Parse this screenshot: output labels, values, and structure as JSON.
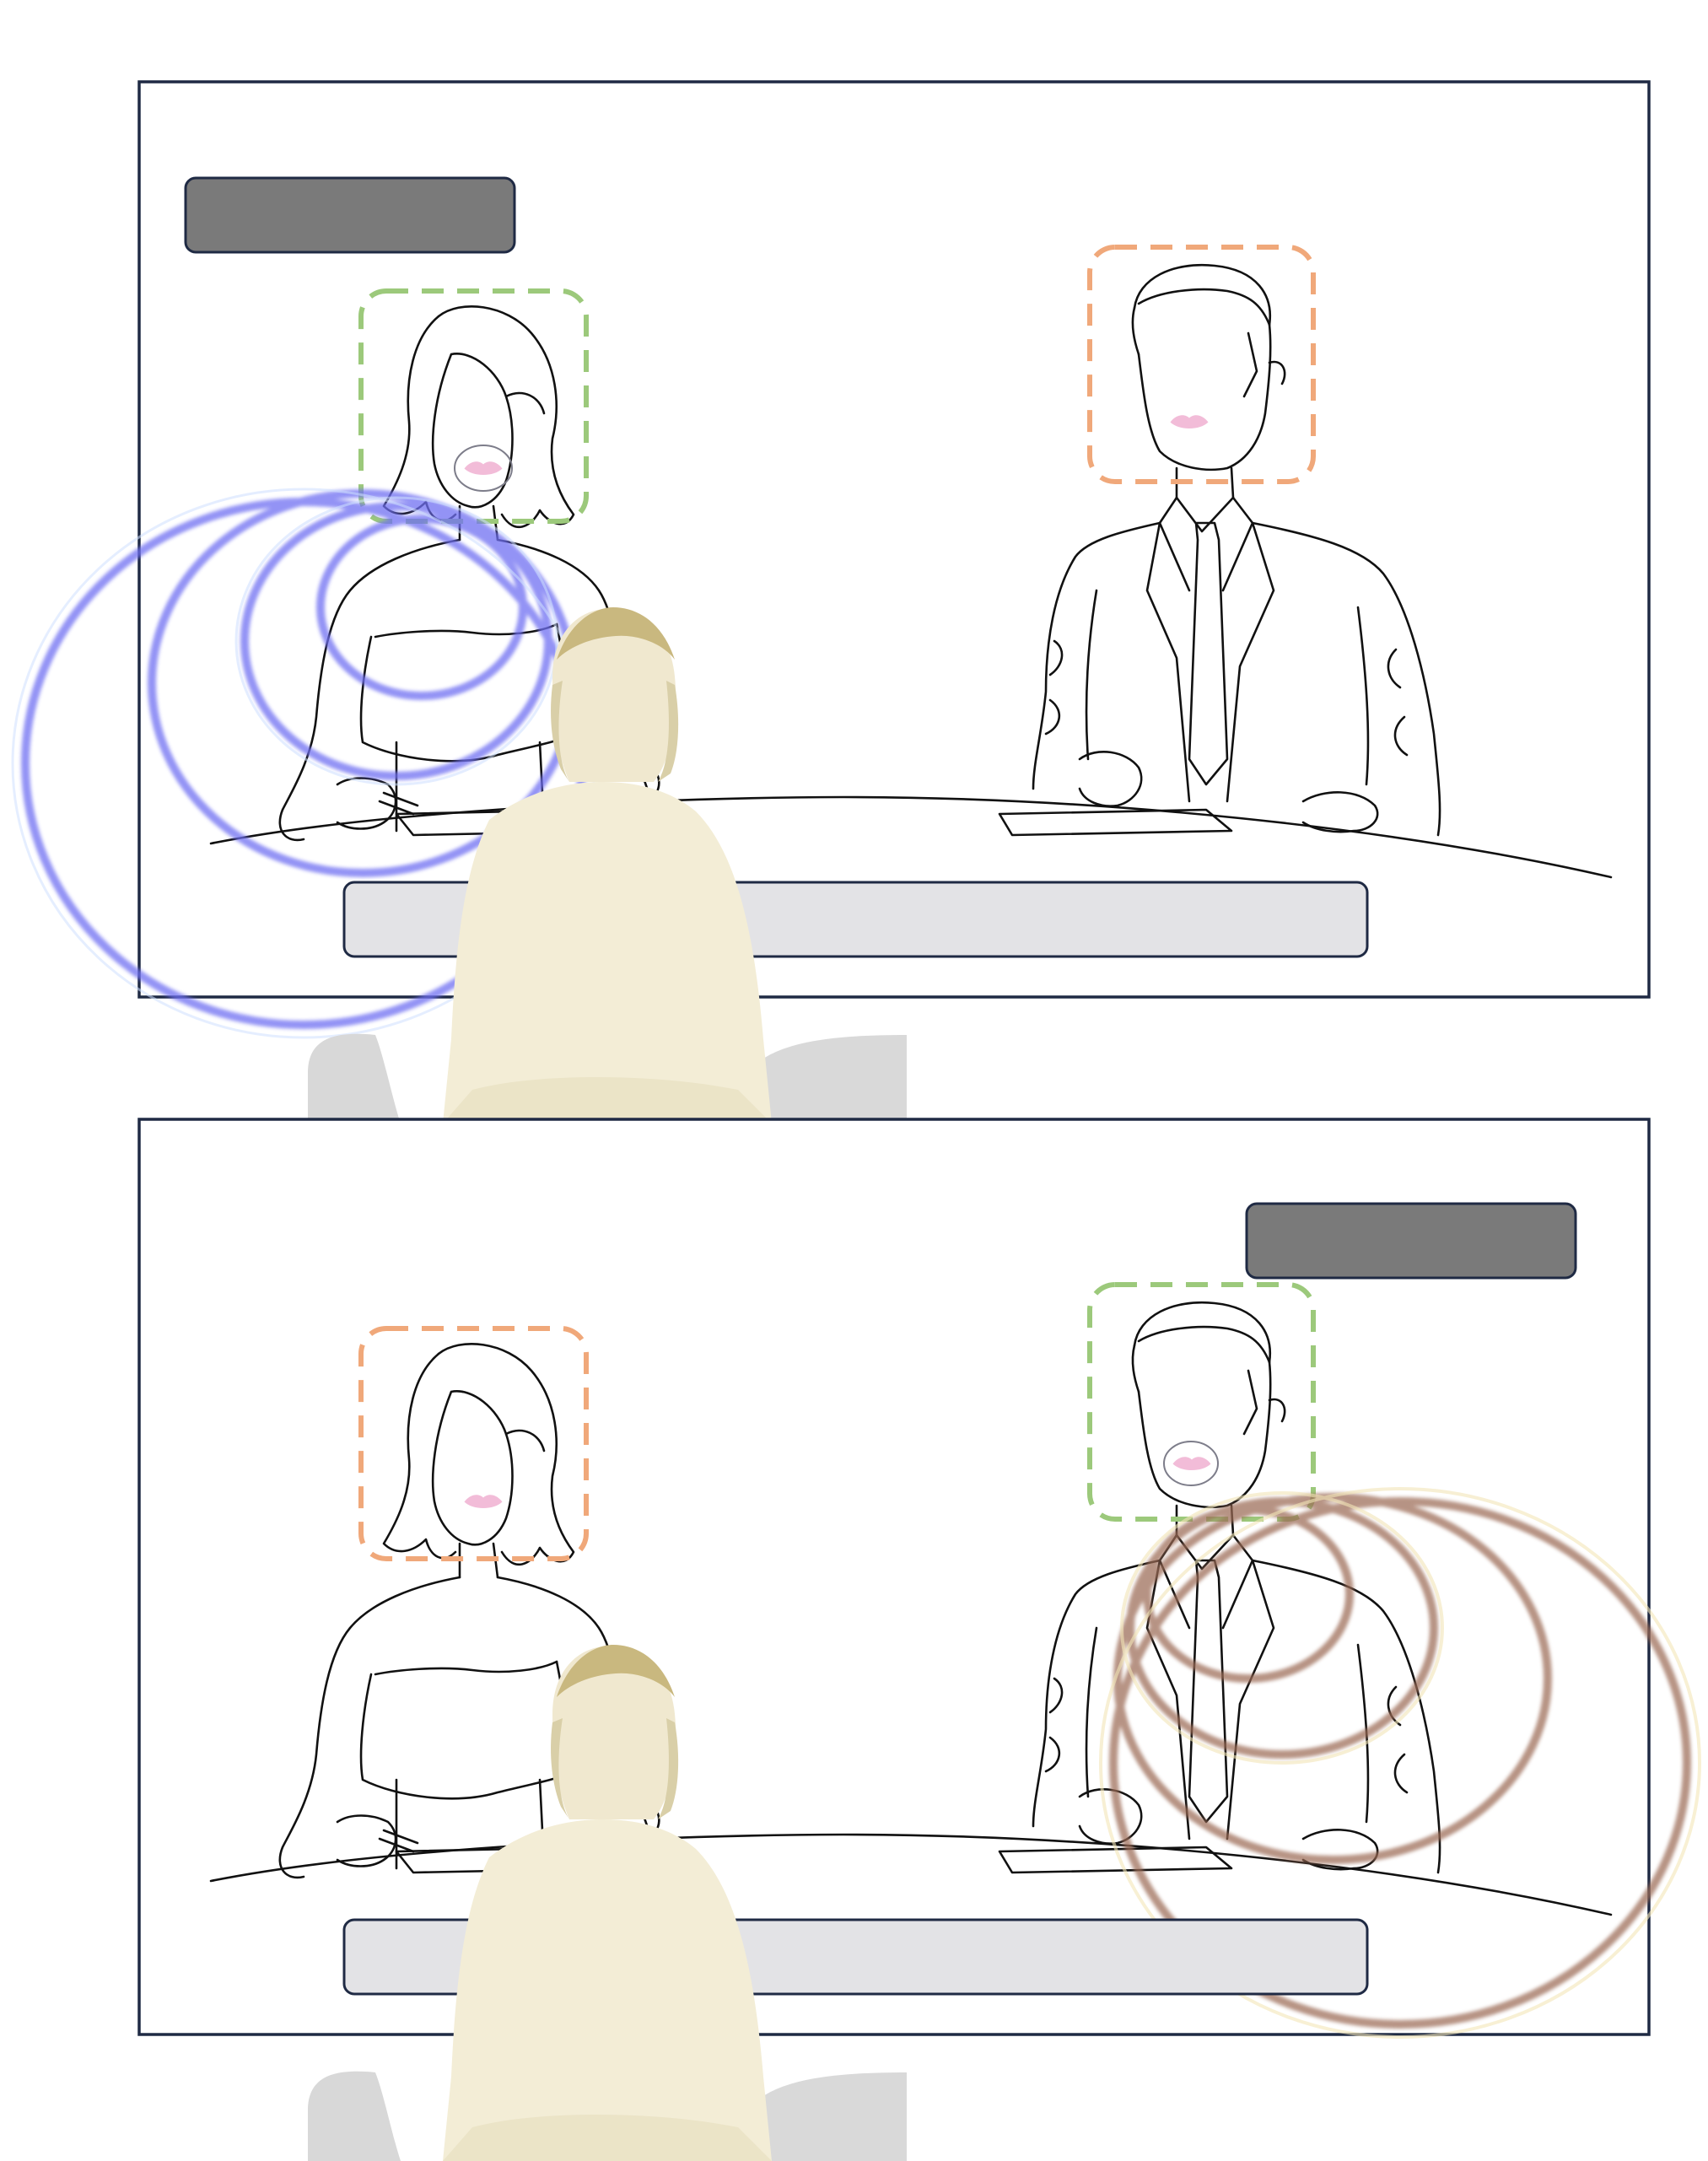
{
  "panels": [
    {
      "speaker": "woman",
      "label_box_position": "top-left",
      "woman_frame_color": "#9cc97b",
      "man_frame_color": "#f0a87a",
      "sound_wave_color": "#6f6ff2",
      "label_box_text": "",
      "caption_bar_text": ""
    },
    {
      "speaker": "man",
      "label_box_position": "top-right",
      "woman_frame_color": "#f0a87a",
      "man_frame_color": "#9cc97b",
      "sound_wave_color": "#9b6a55",
      "label_box_text": "",
      "caption_bar_text": ""
    }
  ],
  "colors": {
    "frame_border": "#1f2a44",
    "label_box_fill": "#7a7a7a",
    "caption_bar_fill": "#e3e3e6",
    "lips": "#f2bcd8",
    "viewer_body": "#f3edd6",
    "line_art": "#111111"
  },
  "icons": [
    "female-anchor-icon",
    "male-anchor-icon",
    "viewer-icon",
    "sound-wave-icon",
    "lips-icon"
  ]
}
